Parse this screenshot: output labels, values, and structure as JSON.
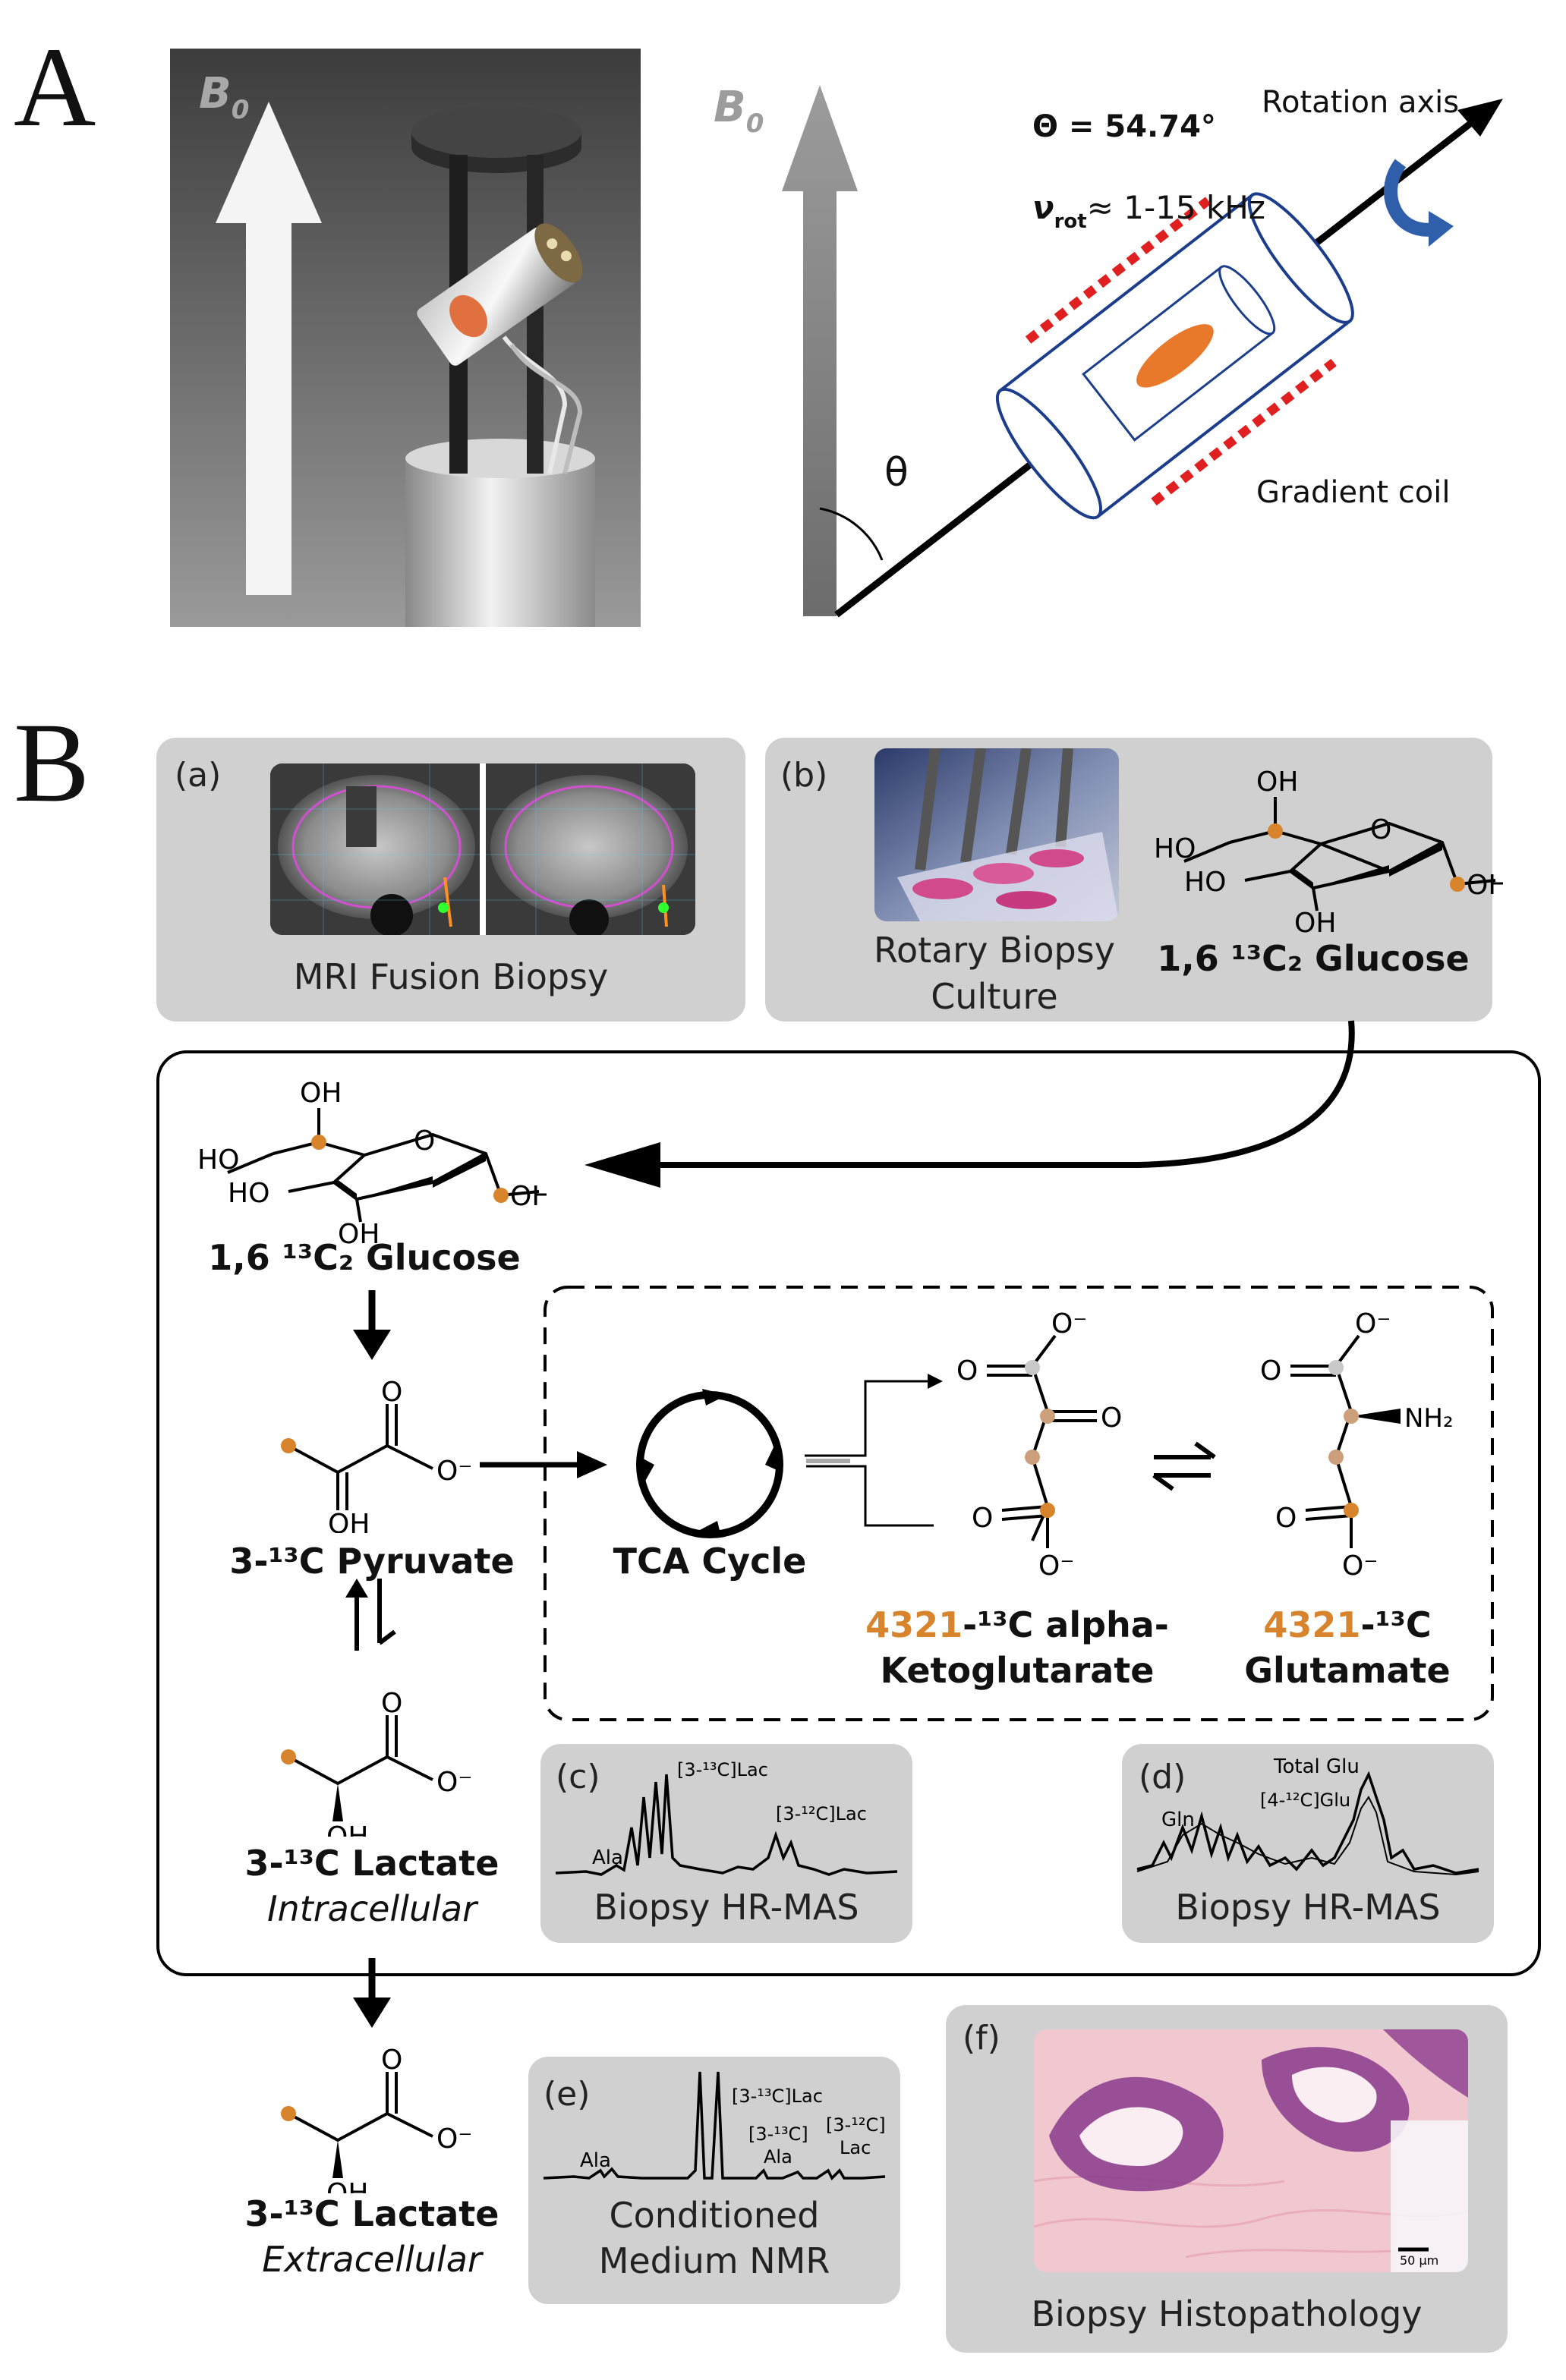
{
  "panel_a": {
    "letter": "A",
    "b0_label_left": "B",
    "b0_sub_left": "0",
    "b0_label_right": "B",
    "b0_sub_right": "0",
    "theta_eq": "Θ = 54.74°",
    "nu_prefix": "ν",
    "nu_sub": "rot",
    "nu_value": "≈ 1-15 kHz",
    "rotation_axis": "Rotation axis",
    "theta": "θ",
    "gradient_coil": "Gradient coil"
  },
  "panel_b": {
    "letter": "B",
    "a_label": "(a)",
    "a_caption": "MRI Fusion Biopsy",
    "b_label": "(b)",
    "b_caption_line1": "Rotary Biopsy",
    "b_caption_line2": "Culture",
    "glucose_top_name": "1,6 ¹³C₂ Glucose",
    "glucose_name": "1,6 ¹³C₂ Glucose",
    "pyruvate_name": "3-¹³C Pyruvate",
    "lactate_intra_name": "3-¹³C Lactate",
    "lactate_intra_sub": "Intracellular",
    "lactate_extra_name": "3-¹³C Lactate",
    "lactate_extra_sub": "Extracellular",
    "tca_label": "TCA Cycle",
    "akg_line1_prefix": "4321",
    "akg_line1_suffix": "-¹³C alpha-",
    "akg_line2": "Ketoglutarate",
    "glu_line1_prefix": "4321",
    "glu_line1_suffix": "-¹³C",
    "glu_line2": "Glutamate",
    "nh2": "NH₂",
    "c_label": "(c)",
    "c_caption": "Biopsy HR-MAS",
    "c_peaks": [
      "Ala",
      "[3-¹³C]Lac",
      "[3-¹²C]Lac"
    ],
    "d_label": "(d)",
    "d_caption": "Biopsy HR-MAS",
    "d_peaks": [
      "Gln",
      "Total Glu",
      "[4-¹²C]Glu"
    ],
    "e_label": "(e)",
    "e_caption_line1": "Conditioned",
    "e_caption_line2": "Medium NMR",
    "e_peaks": [
      "Ala",
      "[3-¹³C]Lac",
      "[3-¹³C]",
      "Ala",
      "[3-¹²C]",
      "Lac"
    ],
    "f_label": "(f)",
    "f_caption": "Biopsy Histopathology",
    "scale_bar": "50 µm"
  },
  "colors": {
    "label_carbon": "#d8842c",
    "light_carbon": "#cda07c",
    "gray_box": "#d0d0d0",
    "gradient_coil": "#e02020",
    "rotation_arrow": "#2f5faa",
    "sample": "#e8792a"
  }
}
